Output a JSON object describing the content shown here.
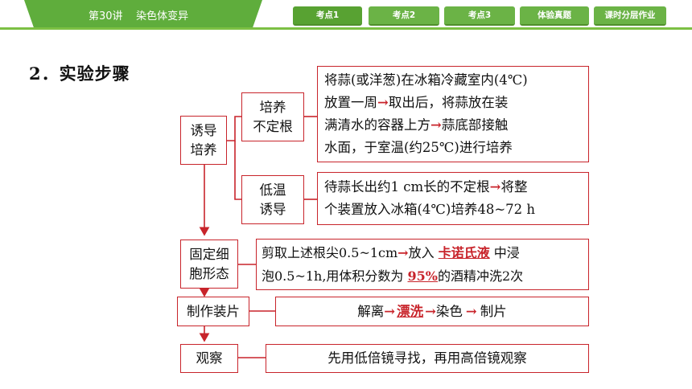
{
  "header": {
    "lecture": "第30讲    染色体变异",
    "tabs": [
      "考点1",
      "考点2",
      "考点3",
      "体验真题",
      "课时分层作业"
    ]
  },
  "section_title": "2．实验步骤",
  "induce": {
    "label": "诱导\n培养",
    "root": {
      "label": "培养\n不定根",
      "lines": [
        "将蒜(或洋葱)在冰箱冷藏室内(4℃)",
        [
          "放置一周",
          "→",
          "取出后，将蒜放在装"
        ],
        [
          "满清水的容器上方",
          "→",
          "蒜底部接触"
        ],
        "水面，于室温(约25℃)进行培养"
      ]
    },
    "cold": {
      "label": "低温\n诱导",
      "lines": [
        [
          "待蒜长出约1 cm长的不定根",
          "→",
          "将整"
        ],
        "个装置放入冰箱(4℃)培养48~72 h"
      ]
    }
  },
  "fix": {
    "label": "固定细\n胞形态",
    "line1_pre": "剪取上述根尖0.5~1cm",
    "line1_mid": "放入",
    "blank1": "卡诺氏液",
    "line1_post": "中浸",
    "line2_pre": "泡0.5~1h,用体积分数为",
    "blank2": "95%",
    "line2_post": "的酒精冲洗2次"
  },
  "slide": {
    "label": "制作装片",
    "step1": "解离",
    "blank": "漂洗",
    "step3": "染色",
    "step4": "制片"
  },
  "observe": {
    "label": "观察",
    "desc": "先用低倍镜寻找，再用高倍镜观察"
  },
  "colors": {
    "accent": "#c8242b",
    "header_green": "#5fad3c"
  }
}
